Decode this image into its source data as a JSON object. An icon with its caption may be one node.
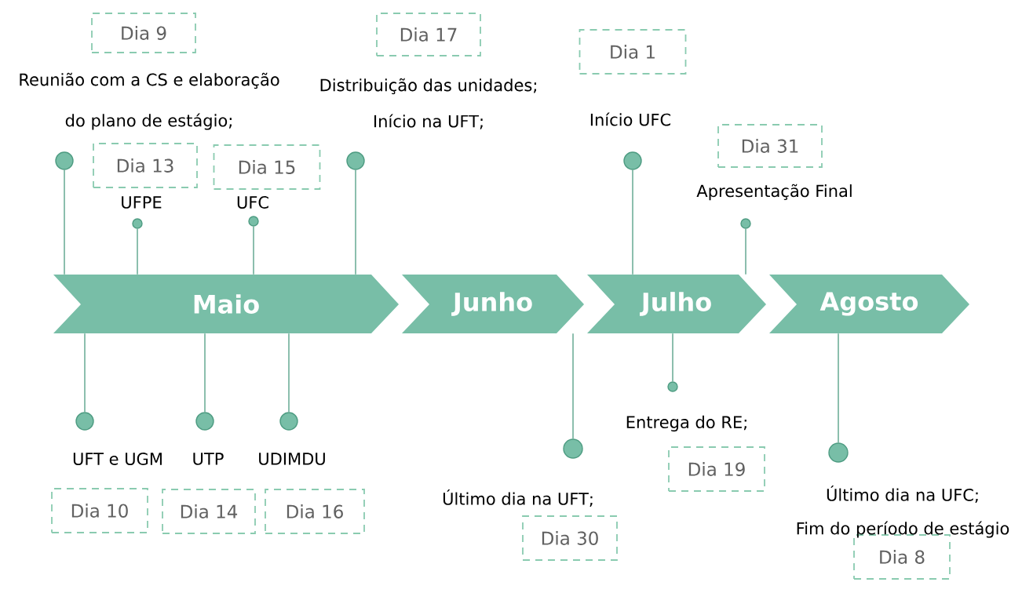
{
  "diagram": {
    "nodes": [
      {
        "text": [
          "Maio"
        ]
      },
      {
        "text": [
          "Junho"
        ]
      },
      {
        "text": [
          "Julho"
        ]
      },
      {
        "text": [
          "Agosto"
        ]
      },
      {
        "text": [
          "Dia 9"
        ]
      },
      {
        "text": [],
        "shape": "circle"
      },
      {
        "text": [
          "Dia 13"
        ],
        "beside": [
          "UFPE"
        ]
      },
      {
        "text": [],
        "shape": "circle"
      },
      {
        "text": [
          "Dia 15"
        ],
        "beside": [
          "UFC"
        ]
      },
      {
        "text": [],
        "shape": "circle"
      },
      {
        "text": [
          "Dia 17"
        ],
        "beside": [
          "Distribuição das unidades;",
          "Início na UFT;"
        ]
      },
      {
        "text": [],
        "shape": "circle"
      },
      {
        "text": [
          "Dia 1"
        ],
        "beside": [
          "Início UFC"
        ]
      },
      {
        "text": [],
        "shape": "circle"
      },
      {
        "text": [
          "Dia 31"
        ],
        "beside": [
          "Apresentação Final"
        ]
      },
      {
        "text": [],
        "shape": "circle"
      },
      {
        "text": [
          "Dia 10"
        ],
        "beside": [
          "UFT e UGM"
        ]
      },
      {
        "text": [],
        "shape": "circle"
      },
      {
        "text": [
          "Dia 14"
        ],
        "beside": [
          "UTP"
        ]
      },
      {
        "text": [],
        "shape": "circle"
      },
      {
        "text": [
          "Dia 16"
        ],
        "beside": [
          "UDIMDU"
        ]
      },
      {
        "text": [],
        "shape": "circle"
      },
      {
        "text": [
          "Dia 30"
        ],
        "beside": [
          "Último dia na UFT;"
        ]
      },
      {
        "text": [],
        "shape": "circle"
      },
      {
        "text": [
          "Dia 19"
        ],
        "beside": [
          "Entrega do RE;"
        ]
      },
      {
        "text": [],
        "shape": "circle"
      },
      {
        "text": [
          "Dia 8"
        ],
        "beside": [
          "Último dia na UFC;",
          "Fim do período de estágio"
        ]
      },
      {
        "text": [],
        "shape": "circle"
      }
    ],
    "edges": [
      {
        "from": 0,
        "to": 5,
        "arrow": "none"
      },
      {
        "from": 0,
        "to": 7,
        "arrow": "none"
      },
      {
        "from": 0,
        "to": 9,
        "arrow": "none"
      },
      {
        "from": 0,
        "to": 11,
        "arrow": "none"
      },
      {
        "from": 2,
        "to": 13,
        "arrow": "none"
      },
      {
        "from": 2,
        "to": 15,
        "arrow": "none"
      },
      {
        "from": 0,
        "to": 17,
        "arrow": "none"
      },
      {
        "from": 0,
        "to": 19,
        "arrow": "none"
      },
      {
        "from": 0,
        "to": 21,
        "arrow": "none"
      },
      {
        "from": 1,
        "to": 23,
        "arrow": "none"
      },
      {
        "from": 2,
        "to": 25,
        "arrow": "none"
      },
      {
        "from": 3,
        "to": 27,
        "arrow": "none"
      }
    ],
    "labels": [
      "Reunião com a CS e elaboração",
      "do plano de estágio;"
    ]
  }
}
